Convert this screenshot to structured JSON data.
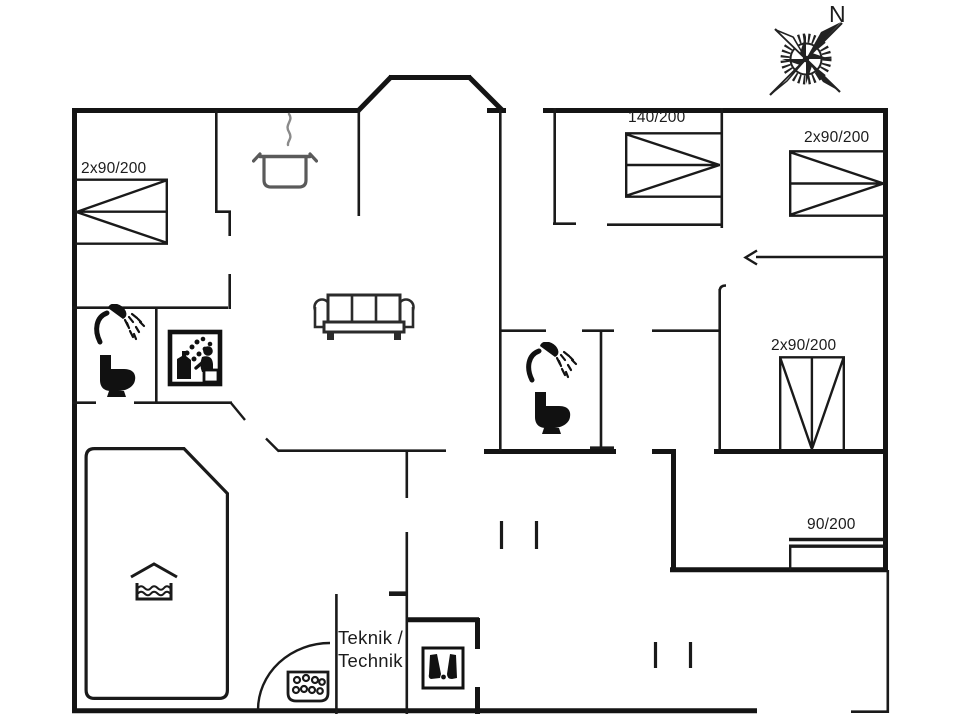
{
  "floorplan": {
    "background_color": "#ffffff",
    "wall_color": "#141414",
    "icon_gray": "#5a5a5a",
    "compass": {
      "label": "N",
      "icon": "compass-rose-icon"
    },
    "labels": {
      "bed_nw": "2x90/200",
      "bed_ne_double": "140/200",
      "bed_ne": "2x90/200",
      "bed_east": "2x90/200",
      "bed_se": "90/200",
      "technik_line1": "Teknik /",
      "technik_line2": "Technik"
    },
    "icons": [
      "compass-rose-icon",
      "cooking-pot-icon",
      "sofa-icon",
      "shower-icon",
      "toilet-icon",
      "sauna-icon",
      "swimming-pool-icon",
      "fireplace-icon",
      "boots-icon"
    ]
  }
}
